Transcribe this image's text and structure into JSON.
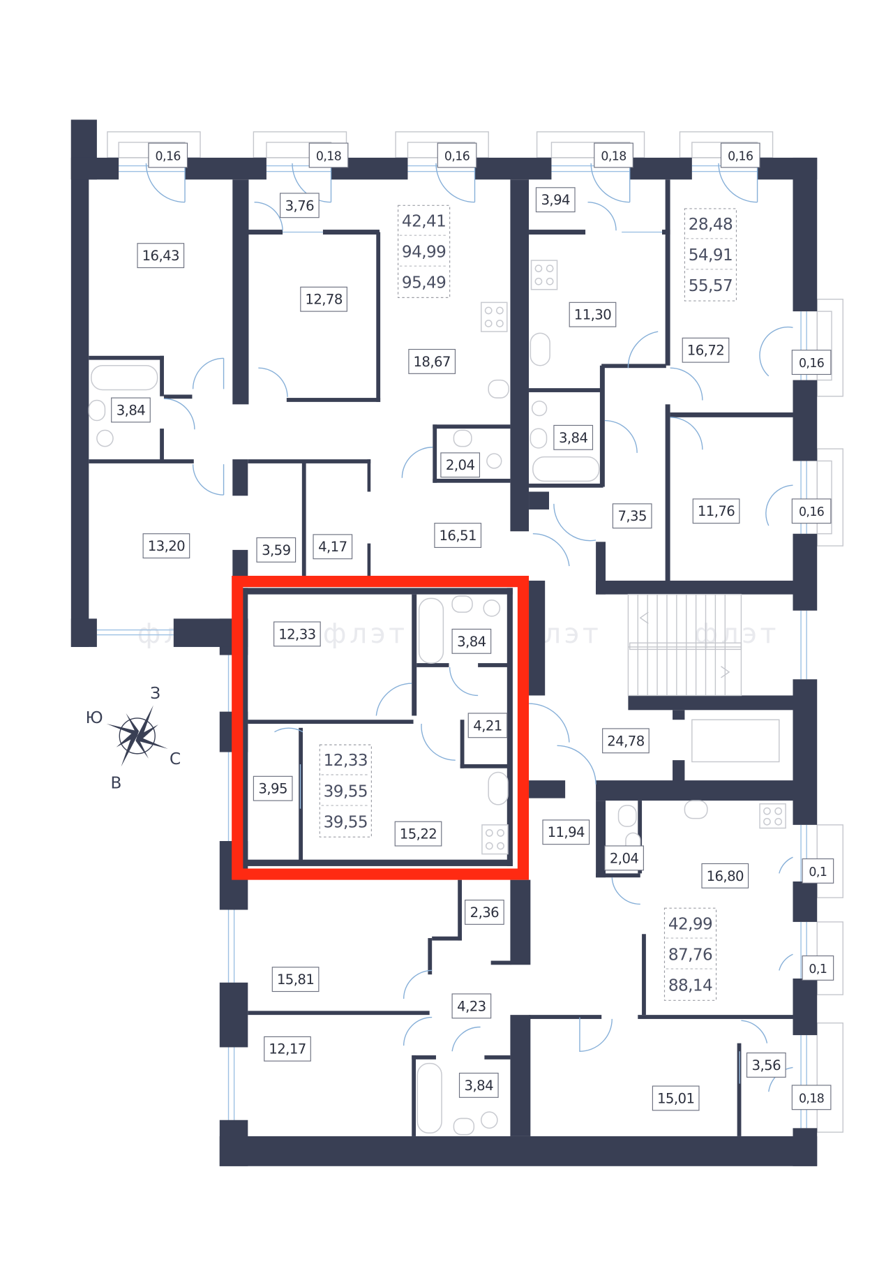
{
  "plan": {
    "watermark": "флэт",
    "highlight_color": "#ff2a12",
    "wall_color": "#393f54",
    "balconies_top": [
      "0,16",
      "0,18",
      "0,16",
      "0,18",
      "0,16"
    ],
    "balconies_right": [
      "0,16",
      "0,16",
      "0,1",
      "0,1",
      "0,18"
    ],
    "rooms": [
      "16,43",
      "3,76",
      "12,78",
      "18,67",
      "3,94",
      "11,30",
      "16,72",
      "3,84",
      "2,04",
      "3,84",
      "13,20",
      "3,59",
      "4,17",
      "16,51",
      "7,35",
      "11,76",
      "12,33",
      "3,84",
      "4,21",
      "24,78",
      "3,95",
      "15,22",
      "11,94",
      "2,04",
      "16,80",
      "2,36",
      "15,81",
      "4,23",
      "12,17",
      "3,84",
      "3,56",
      "15,01"
    ],
    "apartments": [
      {
        "living": "42,41",
        "total": "94,99",
        "total_with_balcony": "95,49"
      },
      {
        "living": "28,48",
        "total": "54,91",
        "total_with_balcony": "55,57"
      },
      {
        "living": "12,33",
        "total": "39,55",
        "total_with_balcony": "39,55",
        "highlighted": true
      },
      {
        "living": "42,99",
        "total": "87,76",
        "total_with_balcony": "88,14"
      }
    ],
    "compass": {
      "north": "С",
      "south": "Ю",
      "west": "З",
      "east": "В"
    }
  }
}
